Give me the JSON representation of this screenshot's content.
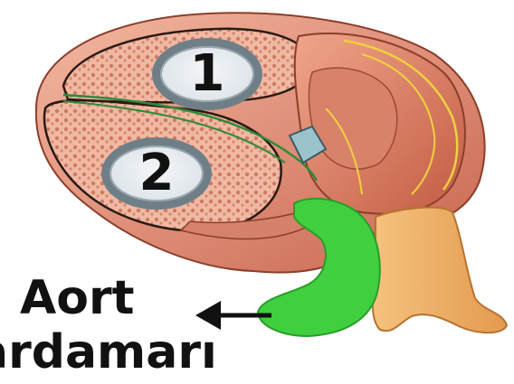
{
  "markers": [
    {
      "number": "1"
    },
    {
      "number": "2"
    }
  ],
  "label": {
    "line1": "Aort",
    "line2": "ardamarı"
  },
  "colors": {
    "heart_muscle": "#e0907a",
    "heart_inner": "#f2c4b4",
    "outline": "#2a1a14",
    "aorta_highlight": "#3fcf3f",
    "pulmonary_trunk": "#f0b46a",
    "badge_ring": "#6f7f88",
    "text": "#111111"
  }
}
